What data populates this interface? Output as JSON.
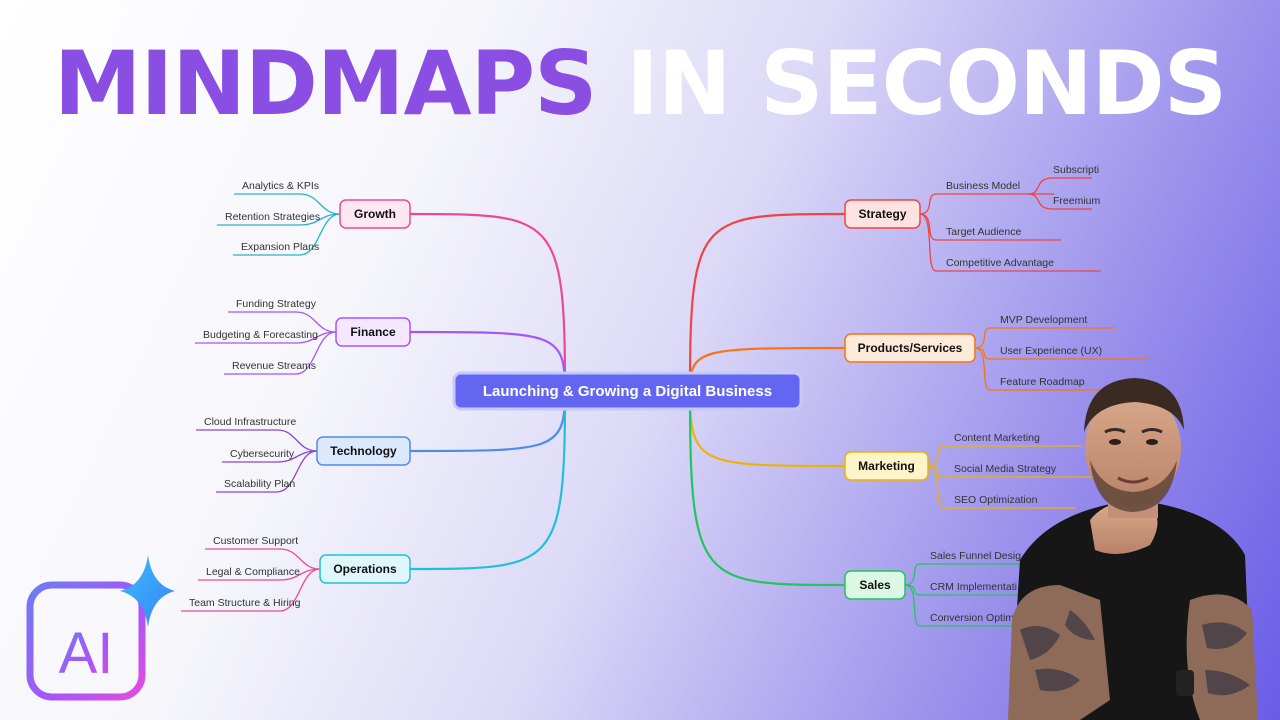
{
  "title": {
    "part1": "MINDMAPS",
    "part2": "IN SECONDS"
  },
  "center": {
    "label": "Launching & Growing a Digital Business"
  },
  "branches": [
    {
      "key": "growth",
      "label": "Growth",
      "color": "#ec4899",
      "fill": "#fde8f1",
      "children": [
        "Analytics & KPIs",
        "Retention Strategies",
        "Expansion Plans"
      ],
      "child_color": "#22b5d0"
    },
    {
      "key": "finance",
      "label": "Finance",
      "color": "#a855f7",
      "fill": "#f3e8fe",
      "children": [
        "Funding Strategy",
        "Budgeting & Forecasting",
        "Revenue Streams"
      ],
      "child_color": "#a855f7"
    },
    {
      "key": "technology",
      "label": "Technology",
      "color": "#4f8be8",
      "fill": "#dce8fb",
      "children": [
        "Cloud Infrastructure",
        "Cybersecurity",
        "Scalability Plan"
      ],
      "child_color": "#8e44d6"
    },
    {
      "key": "operations",
      "label": "Operations",
      "color": "#22c0d8",
      "fill": "#dff6fb",
      "children": [
        "Customer Support",
        "Legal & Compliance",
        "Team Structure & Hiring"
      ],
      "child_color": "#ec4899"
    },
    {
      "key": "strategy",
      "label": "Strategy",
      "color": "#ef4444",
      "fill": "#fde2e2",
      "children": [
        "Business Model",
        "Target Audience",
        "Competitive Advantage"
      ],
      "child_color": "#ef4444",
      "grandchildren": [
        "Subscripti",
        "Freemium"
      ]
    },
    {
      "key": "products",
      "label": "Products/Services",
      "color": "#f97316",
      "fill": "#feeadb",
      "children": [
        "MVP Development",
        "User Experience (UX)",
        "Feature Roadmap"
      ],
      "child_color": "#f97316"
    },
    {
      "key": "marketing",
      "label": "Marketing",
      "color": "#eab308",
      "fill": "#fdf4c9",
      "children": [
        "Content Marketing",
        "Social Media Strategy",
        "SEO Optimization"
      ],
      "child_color": "#eab308"
    },
    {
      "key": "sales",
      "label": "Sales",
      "color": "#22c55e",
      "fill": "#dcf7e4",
      "children": [
        "Sales Funnel Desig",
        "CRM Implementati",
        "Conversion Optim"
      ],
      "child_color": "#22c55e"
    }
  ],
  "badge": {
    "label": "AI"
  }
}
